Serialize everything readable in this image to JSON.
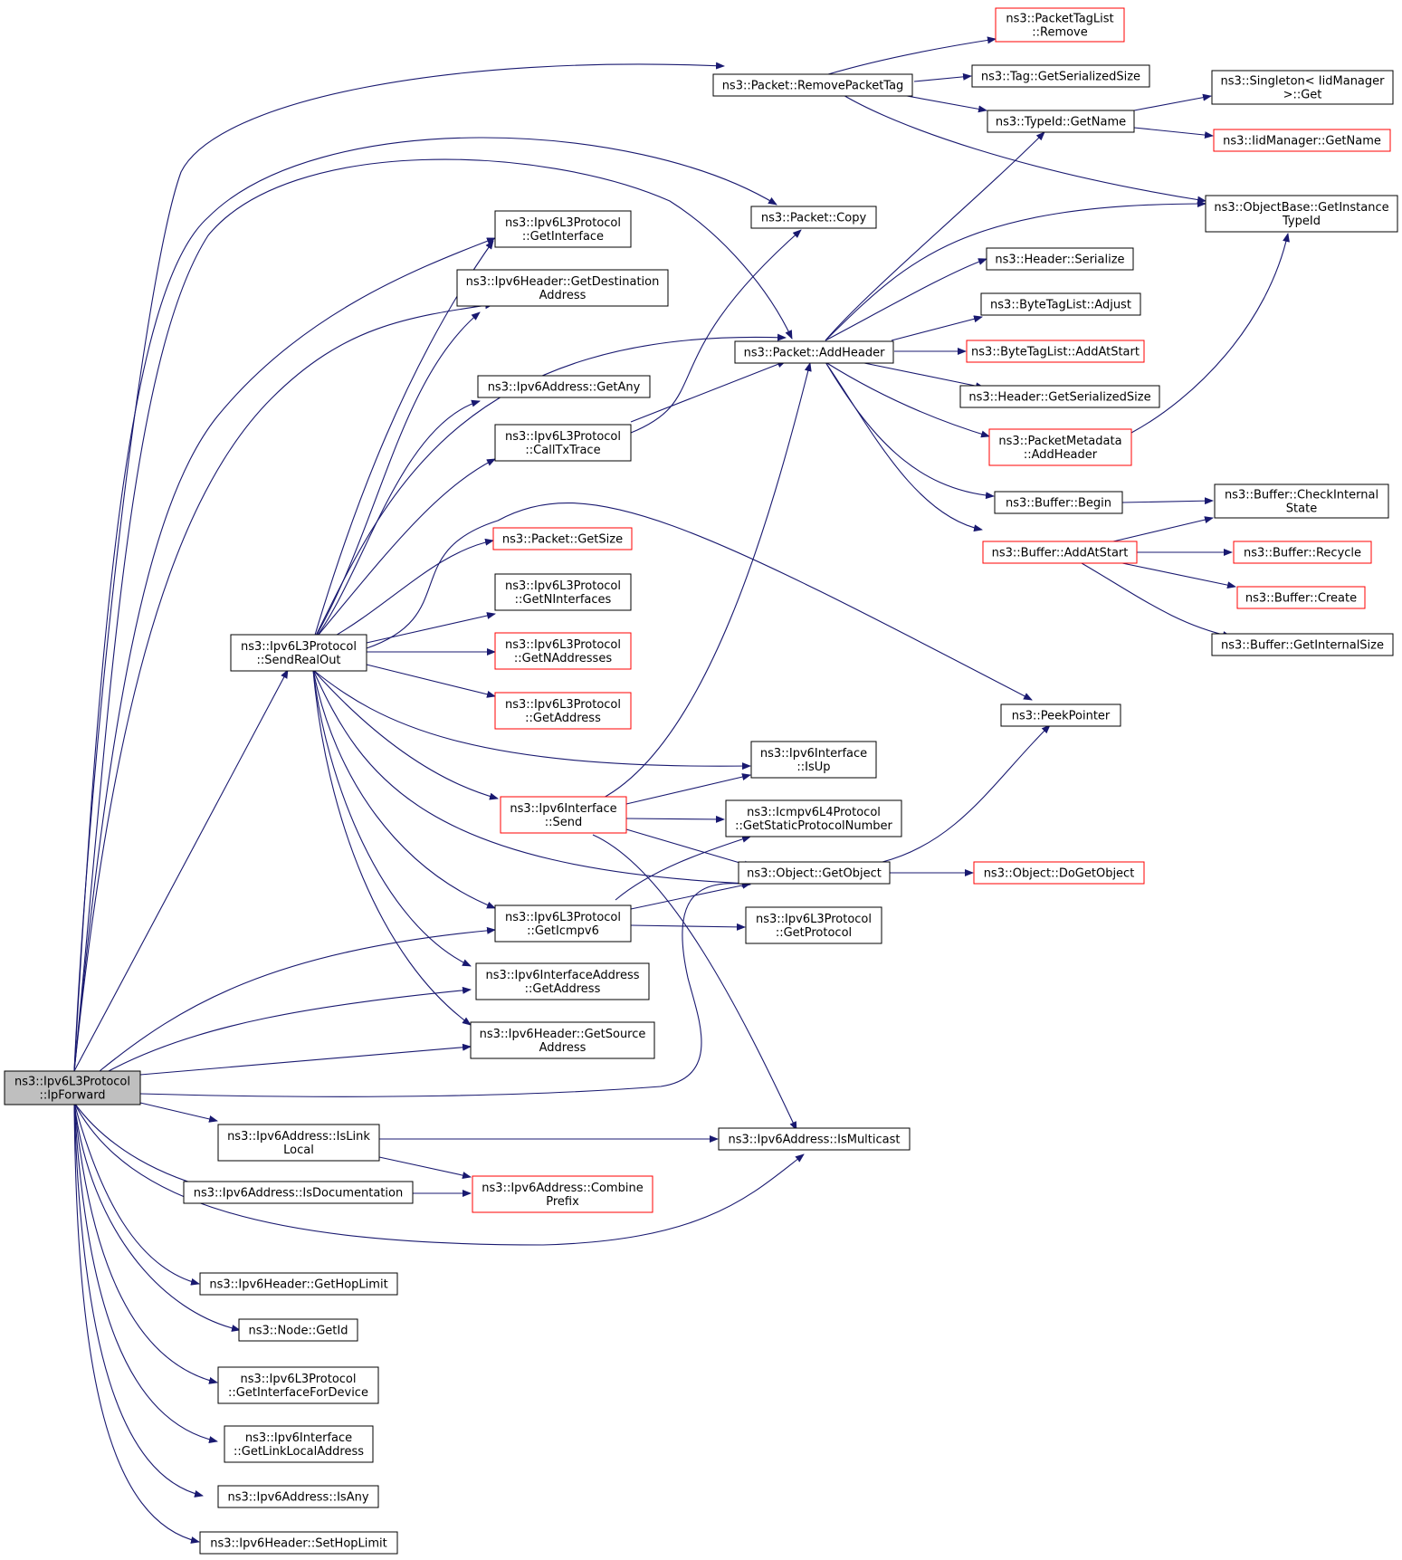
{
  "colors": {
    "edge": "#191970",
    "missing_border": "#ff0000",
    "root_fill": "#bfbfbf"
  },
  "nodes": [
    {
      "id": "ipforward",
      "lines": [
        "ns3::Ipv6L3Protocol",
        "::IpForward"
      ],
      "style": "root"
    },
    {
      "id": "removetag",
      "lines": [
        "ns3::PacketTagList",
        "::Remove"
      ],
      "style": "red"
    },
    {
      "id": "removepkttag",
      "lines": [
        "ns3::Packet::RemovePacketTag"
      ],
      "style": "normal"
    },
    {
      "id": "tagser",
      "lines": [
        "ns3::Tag::GetSerializedSize"
      ],
      "style": "normal"
    },
    {
      "id": "singleton",
      "lines": [
        "ns3::Singleton< IidManager",
        "&gt;::Get"
      ],
      "style": "normal"
    },
    {
      "id": "typeidname",
      "lines": [
        "ns3::TypeId::GetName"
      ],
      "style": "normal"
    },
    {
      "id": "iidname",
      "lines": [
        "ns3::IidManager::GetName"
      ],
      "style": "red"
    },
    {
      "id": "getinst",
      "lines": [
        "ns3::ObjectBase::GetInstance",
        "TypeId"
      ],
      "style": "normal"
    },
    {
      "id": "getiface",
      "lines": [
        "ns3::Ipv6L3Protocol",
        "::GetInterface"
      ],
      "style": "normal"
    },
    {
      "id": "pktcopy",
      "lines": [
        "ns3::Packet::Copy"
      ],
      "style": "normal"
    },
    {
      "id": "getdest",
      "lines": [
        "ns3::Ipv6Header::GetDestination",
        "Address"
      ],
      "style": "normal"
    },
    {
      "id": "hdrser",
      "lines": [
        "ns3::Header::Serialize"
      ],
      "style": "normal"
    },
    {
      "id": "btladjust",
      "lines": [
        "ns3::ByteTagList::Adjust"
      ],
      "style": "normal"
    },
    {
      "id": "addheader",
      "lines": [
        "ns3::Packet::AddHeader"
      ],
      "style": "normal"
    },
    {
      "id": "btladdstart",
      "lines": [
        "ns3::ByteTagList::AddAtStart"
      ],
      "style": "red"
    },
    {
      "id": "getany",
      "lines": [
        "ns3::Ipv6Address::GetAny"
      ],
      "style": "normal"
    },
    {
      "id": "hdrsersize",
      "lines": [
        "ns3::Header::GetSerializedSize"
      ],
      "style": "normal"
    },
    {
      "id": "calltx",
      "lines": [
        "ns3::Ipv6L3Protocol",
        "::CallTxTrace"
      ],
      "style": "normal"
    },
    {
      "id": "pmaddhdr",
      "lines": [
        "ns3::PacketMetadata",
        "::AddHeader"
      ],
      "style": "red"
    },
    {
      "id": "bufbegin",
      "lines": [
        "ns3::Buffer::Begin"
      ],
      "style": "normal"
    },
    {
      "id": "bufcheck",
      "lines": [
        "ns3::Buffer::CheckInternal",
        "State"
      ],
      "style": "normal"
    },
    {
      "id": "pktsize",
      "lines": [
        "ns3::Packet::GetSize"
      ],
      "style": "red"
    },
    {
      "id": "bufaddstart",
      "lines": [
        "ns3::Buffer::AddAtStart"
      ],
      "style": "red"
    },
    {
      "id": "bufrecycle",
      "lines": [
        "ns3::Buffer::Recycle"
      ],
      "style": "red"
    },
    {
      "id": "getnif",
      "lines": [
        "ns3::Ipv6L3Protocol",
        "::GetNInterfaces"
      ],
      "style": "normal"
    },
    {
      "id": "bufcreate",
      "lines": [
        "ns3::Buffer::Create"
      ],
      "style": "red"
    },
    {
      "id": "sendrealout",
      "lines": [
        "ns3::Ipv6L3Protocol",
        "::SendRealOut"
      ],
      "style": "normal"
    },
    {
      "id": "getnaddr",
      "lines": [
        "ns3::Ipv6L3Protocol",
        "::GetNAddresses"
      ],
      "style": "red"
    },
    {
      "id": "bufintsize",
      "lines": [
        "ns3::Buffer::GetInternalSize"
      ],
      "style": "normal"
    },
    {
      "id": "getaddr",
      "lines": [
        "ns3::Ipv6L3Protocol",
        "::GetAddress"
      ],
      "style": "red"
    },
    {
      "id": "peekptr",
      "lines": [
        "ns3::PeekPointer"
      ],
      "style": "normal"
    },
    {
      "id": "ifaceisup",
      "lines": [
        "ns3::Ipv6Interface",
        "::IsUp"
      ],
      "style": "normal"
    },
    {
      "id": "ifacesend",
      "lines": [
        "ns3::Ipv6Interface",
        "::Send"
      ],
      "style": "red"
    },
    {
      "id": "icmpstatic",
      "lines": [
        "ns3::Icmpv6L4Protocol",
        "::GetStaticProtocolNumber"
      ],
      "style": "normal"
    },
    {
      "id": "objgetobj",
      "lines": [
        "ns3::Object::GetObject"
      ],
      "style": "normal"
    },
    {
      "id": "objdoget",
      "lines": [
        "ns3::Object::DoGetObject"
      ],
      "style": "red"
    },
    {
      "id": "geticmp",
      "lines": [
        "ns3::Ipv6L3Protocol",
        "::GetIcmpv6"
      ],
      "style": "normal"
    },
    {
      "id": "getproto",
      "lines": [
        "ns3::Ipv6L3Protocol",
        "::GetProtocol"
      ],
      "style": "normal"
    },
    {
      "id": "ifaddrget",
      "lines": [
        "ns3::Ipv6InterfaceAddress",
        "::GetAddress"
      ],
      "style": "normal"
    },
    {
      "id": "getsrc",
      "lines": [
        "ns3::Ipv6Header::GetSource",
        "Address"
      ],
      "style": "normal"
    },
    {
      "id": "islinklocal",
      "lines": [
        "ns3::Ipv6Address::IsLink",
        "Local"
      ],
      "style": "normal"
    },
    {
      "id": "ismcast",
      "lines": [
        "ns3::Ipv6Address::IsMulticast"
      ],
      "style": "normal"
    },
    {
      "id": "isdoc",
      "lines": [
        "ns3::Ipv6Address::IsDocumentation"
      ],
      "style": "normal"
    },
    {
      "id": "combine",
      "lines": [
        "ns3::Ipv6Address::Combine",
        "Prefix"
      ],
      "style": "red"
    },
    {
      "id": "gethop",
      "lines": [
        "ns3::Ipv6Header::GetHopLimit"
      ],
      "style": "normal"
    },
    {
      "id": "nodeid",
      "lines": [
        "ns3::Node::GetId"
      ],
      "style": "normal"
    },
    {
      "id": "getifdev",
      "lines": [
        "ns3::Ipv6L3Protocol",
        "::GetInterfaceForDevice"
      ],
      "style": "normal"
    },
    {
      "id": "getlinklocal",
      "lines": [
        "ns3::Ipv6Interface",
        "::GetLinkLocalAddress"
      ],
      "style": "normal"
    },
    {
      "id": "isany",
      "lines": [
        "ns3::Ipv6Address::IsAny"
      ],
      "style": "normal"
    },
    {
      "id": "sethop",
      "lines": [
        "ns3::Ipv6Header::SetHopLimit"
      ],
      "style": "normal"
    }
  ]
}
